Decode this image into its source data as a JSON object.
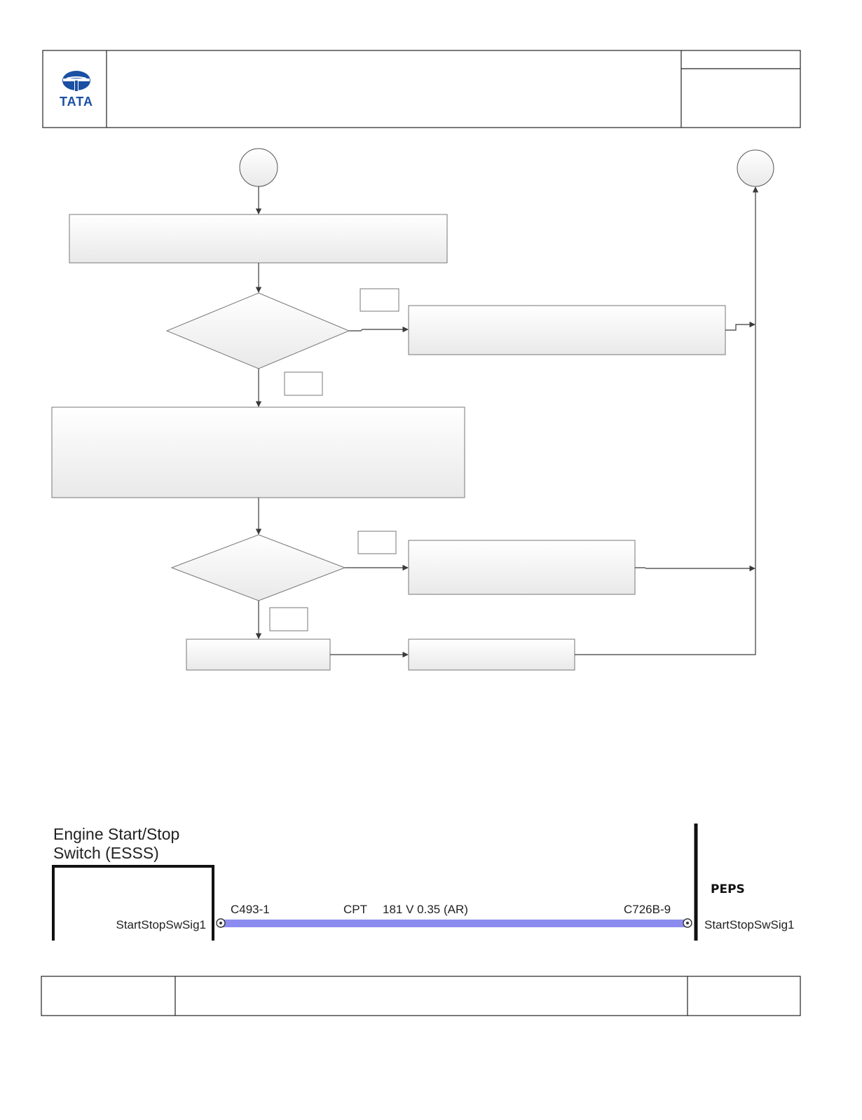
{
  "header": {
    "logo": {
      "icon": "tata-logo-icon",
      "text": "TATA",
      "color": "#1a4fa3"
    }
  },
  "colors": {
    "wire": "#8c8cf0",
    "box_fill_top": "#ffffff",
    "box_fill_bottom": "#ececec",
    "line": "#3a3a3a"
  },
  "wiring": {
    "left_component": {
      "name": "Engine Start/Stop",
      "name_line2": "Switch (ESSS)",
      "pin_signal": "StartStopSwSig1"
    },
    "left_connector": "C493-1",
    "wire_label": "CPT",
    "wire_spec": "181 V 0.35 (AR)",
    "right_connector": "C726B-9",
    "right_component": {
      "name": "PEPS",
      "pin_signal": "StartStopSwSig1"
    }
  }
}
